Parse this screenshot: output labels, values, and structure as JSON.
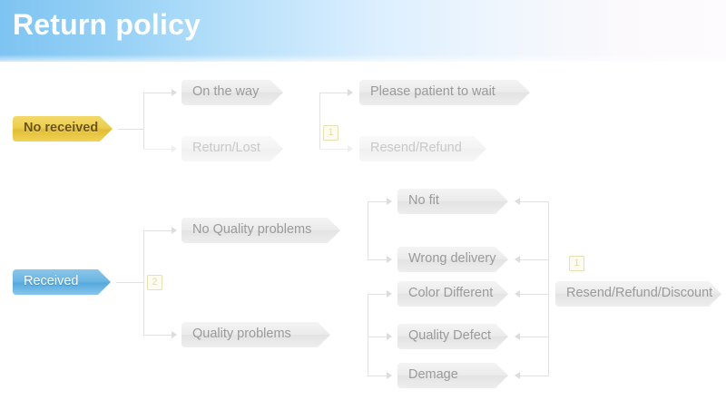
{
  "header": {
    "title": "Return policy"
  },
  "flow": {
    "branches": [
      {
        "id": "no-received",
        "root": {
          "label": "No received",
          "style": "gold"
        },
        "level1": [
          {
            "label": "On the way",
            "style": "grey"
          },
          {
            "label": "Return/Lost",
            "style": "grey-soft"
          }
        ],
        "badge": "1",
        "level2": [
          {
            "label": "Please patient to wait",
            "style": "grey"
          },
          {
            "label": "Resend/Refund",
            "style": "grey-soft"
          }
        ]
      },
      {
        "id": "received",
        "root": {
          "label": "Received",
          "style": "blue"
        },
        "badge": "2",
        "level1": [
          {
            "label": "No Quality problems",
            "style": "grey"
          },
          {
            "label": "Quality problems",
            "style": "grey"
          }
        ],
        "level2": [
          {
            "label": "No fit",
            "style": "grey"
          },
          {
            "label": "Wrong delivery",
            "style": "grey"
          },
          {
            "label": "Color Different",
            "style": "grey"
          },
          {
            "label": "Quality Defect",
            "style": "grey"
          },
          {
            "label": "Demage",
            "style": "grey"
          }
        ],
        "outcome_badge": "1",
        "outcome": {
          "label": "Resend/Refund/Discount",
          "style": "grey"
        }
      }
    ]
  },
  "colors": {
    "header_start": "#7ec4f2",
    "header_end": "#fdfbfd",
    "gold": "#eccd4e",
    "blue": "#6cb6e3",
    "grey_node": "#ebebeb",
    "text_grey": "#9a9a9a",
    "badge_border": "#e8e0b0"
  }
}
